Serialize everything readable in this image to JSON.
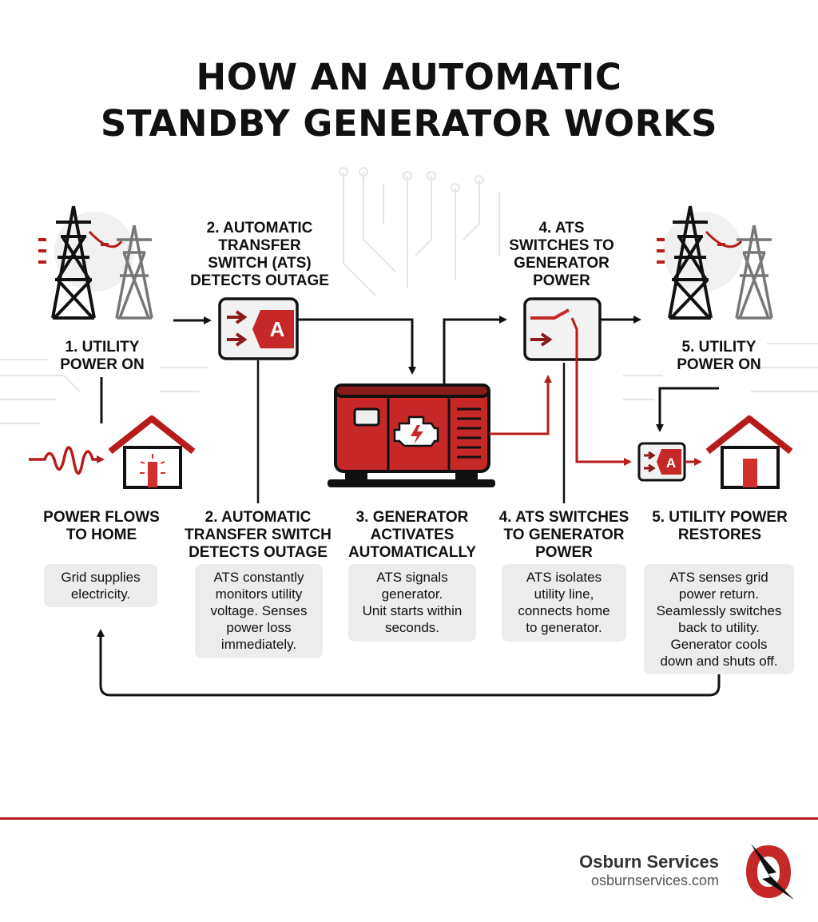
{
  "title": {
    "line1": "HOW AN AUTOMATIC",
    "line2": "STANDBY GENERATOR WORKS"
  },
  "top_labels": {
    "utility_on_1": [
      "1. UTILITY",
      "POWER ON"
    ],
    "ats_detects": [
      "2. AUTOMATIC",
      "TRANSFER",
      "SWITCH (ATS)",
      "DETECTS OUTAGE"
    ],
    "ats_switches": [
      "4. ATS",
      "SWITCHES TO",
      "GENERATOR",
      "POWER"
    ],
    "utility_on_5": [
      "5. UTILITY",
      "POWER ON"
    ]
  },
  "ats_letter": "A",
  "steps": [
    {
      "title": [
        "POWER FLOWS",
        "TO HOME"
      ],
      "desc": [
        "Grid supplies",
        "electricity."
      ]
    },
    {
      "title": [
        "2. AUTOMATIC",
        "TRANSFER SWITCH",
        "DETECTS OUTAGE"
      ],
      "desc": [
        "ATS constantly",
        "monitors utility",
        "voltage. Senses",
        "power loss",
        "immediately."
      ]
    },
    {
      "title": [
        "3. GENERATOR",
        "ACTIVATES",
        "AUTOMATICALLY"
      ],
      "desc": [
        "ATS signals",
        "generator.",
        "Unit starts within",
        "seconds."
      ]
    },
    {
      "title": [
        "4. ATS SWITCHES",
        "TO GENERATOR",
        "POWER"
      ],
      "desc": [
        "ATS isolates",
        "utility line,",
        "connects home",
        "to generator."
      ]
    },
    {
      "title": [
        "5. UTILITY POWER",
        "RESTORES"
      ],
      "desc": [
        "ATS senses grid",
        "power return.",
        "Seamlessly switches",
        "back to utility.",
        "Generator cools",
        "down and shuts off."
      ]
    }
  ],
  "footer": {
    "brand": "Osburn Services",
    "website": "osburnservices.com"
  },
  "colors": {
    "accent": "#b71c1c",
    "dark": "#111111",
    "panel": "#ececec"
  }
}
